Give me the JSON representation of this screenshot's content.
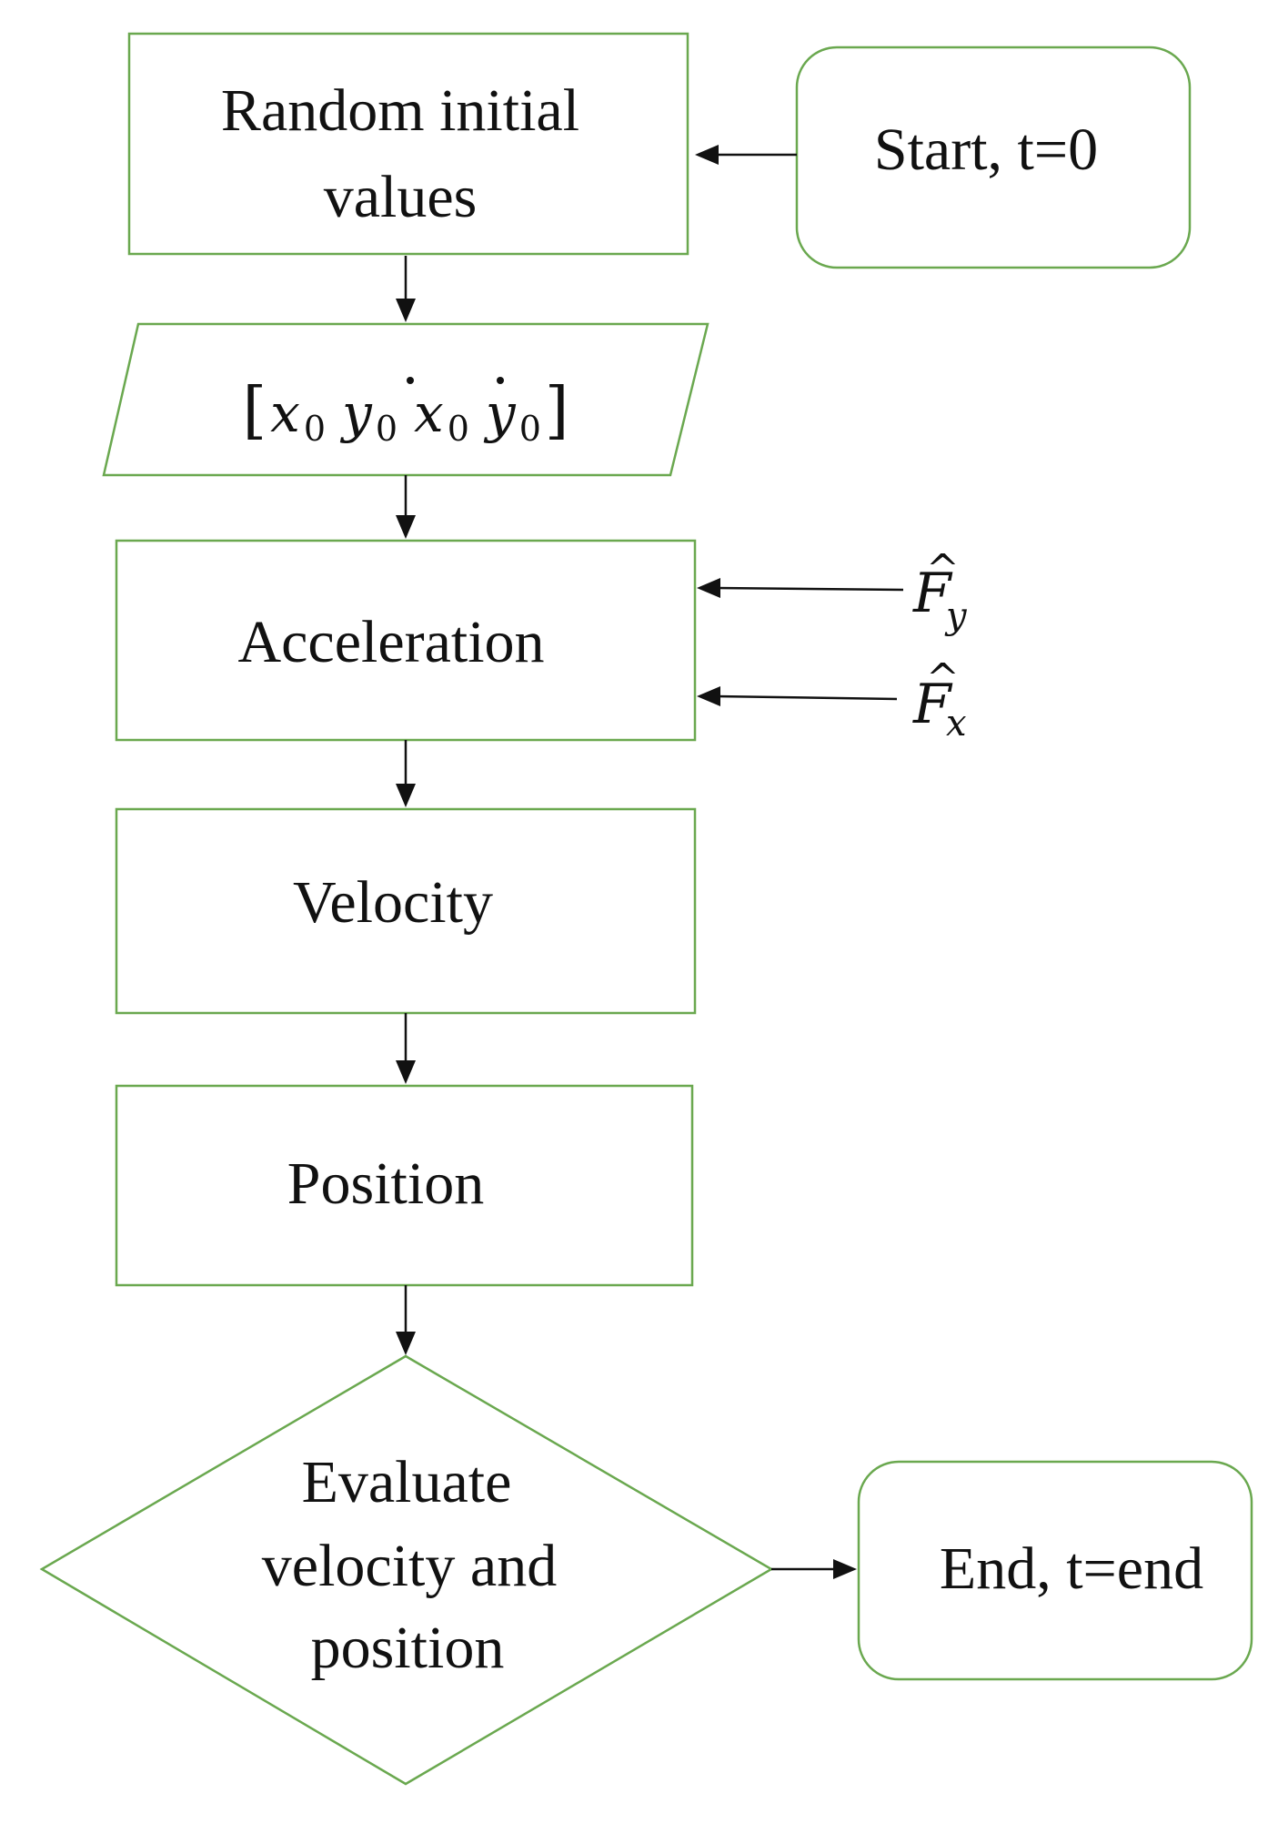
{
  "nodes": {
    "random_initial": {
      "lines": [
        "Random initial",
        "values"
      ]
    },
    "start": {
      "label": "Start, t=0"
    },
    "state_vector": {
      "open": "[",
      "close": "]",
      "items": [
        {
          "base": "x",
          "sub": "0",
          "dot": false
        },
        {
          "base": "y",
          "sub": "0",
          "dot": false
        },
        {
          "base": "x",
          "sub": "0",
          "dot": true
        },
        {
          "base": "y",
          "sub": "0",
          "dot": true
        }
      ]
    },
    "acceleration": {
      "label": "Acceleration"
    },
    "velocity": {
      "label": "Velocity"
    },
    "position": {
      "label": "Position"
    },
    "evaluate": {
      "lines": [
        "Evaluate",
        "velocity and",
        "position"
      ]
    },
    "end": {
      "label": "End, t=end"
    }
  },
  "inputs": {
    "fy": {
      "base": "F",
      "sub": "y",
      "hat": "^"
    },
    "fx": {
      "base": "F",
      "sub": "x",
      "hat": "^"
    }
  }
}
